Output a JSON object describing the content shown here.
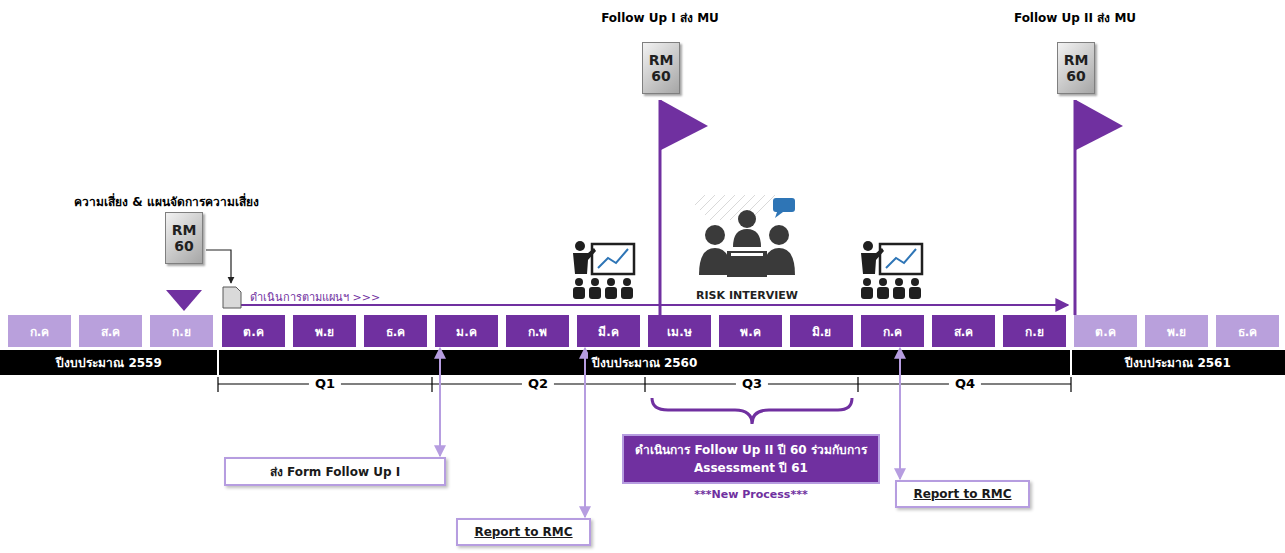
{
  "diagram": {
    "nodes": [
      {
        "text": [
          "RM 60"
        ]
      },
      {
        "text": [
          "RM 60"
        ]
      },
      {
        "text": [
          "RM 60"
        ]
      },
      {
        "text": [
          "ก.ค"
        ]
      },
      {
        "text": [
          "ส.ค"
        ]
      },
      {
        "text": [
          "ก.ย"
        ]
      },
      {
        "text": [
          "ต.ค"
        ]
      },
      {
        "text": [
          "พ.ย"
        ]
      },
      {
        "text": [
          "ธ.ค"
        ]
      },
      {
        "text": [
          "ม.ค"
        ]
      },
      {
        "text": [
          "ก.พ"
        ]
      },
      {
        "text": [
          "มี.ค"
        ]
      },
      {
        "text": [
          "เม.ษ"
        ]
      },
      {
        "text": [
          "พ.ค"
        ]
      },
      {
        "text": [
          "มิ.ย"
        ]
      },
      {
        "text": [
          "ก.ค"
        ]
      },
      {
        "text": [
          "ส.ค"
        ]
      },
      {
        "text": [
          "ก.ย"
        ]
      },
      {
        "text": [
          "ต.ค"
        ]
      },
      {
        "text": [
          "พ.ย"
        ]
      },
      {
        "text": [
          "ธ.ค"
        ]
      },
      {
        "text": [
          "ปีงบประมาณ 2559"
        ]
      },
      {
        "text": [
          "ปีงบประมาณ 2560"
        ]
      },
      {
        "text": [
          "ปีงบประมาณ 2561"
        ]
      },
      {
        "text": [
          "ส่ง Form Follow Up I"
        ]
      },
      {
        "text": [
          "ดำเนินการ Follow Up II ปี 60 ร่วมกับการ Assessment ปี 61"
        ]
      },
      {
        "text": [
          "Report to RMC"
        ]
      },
      {
        "text": [
          "Report to RMC"
        ]
      }
    ],
    "edges": [
      {
        "from": 24,
        "to": 9,
        "arrow": "both"
      },
      {
        "from": 26,
        "to": 11,
        "arrow": "both"
      },
      {
        "from": 27,
        "to": 15,
        "arrow": "both"
      }
    ],
    "labels": [
      "Follow Up I ส่ง MU",
      "Follow Up II ส่ง MU",
      "ความเสี่ยง & แผนจัดการความเสี่ยง",
      "ดำเนินการตามแผนฯ >>>",
      "RISK INTERVIEW",
      "Q1",
      "Q2",
      "Q3",
      "Q4",
      "***New Process***"
    ]
  }
}
